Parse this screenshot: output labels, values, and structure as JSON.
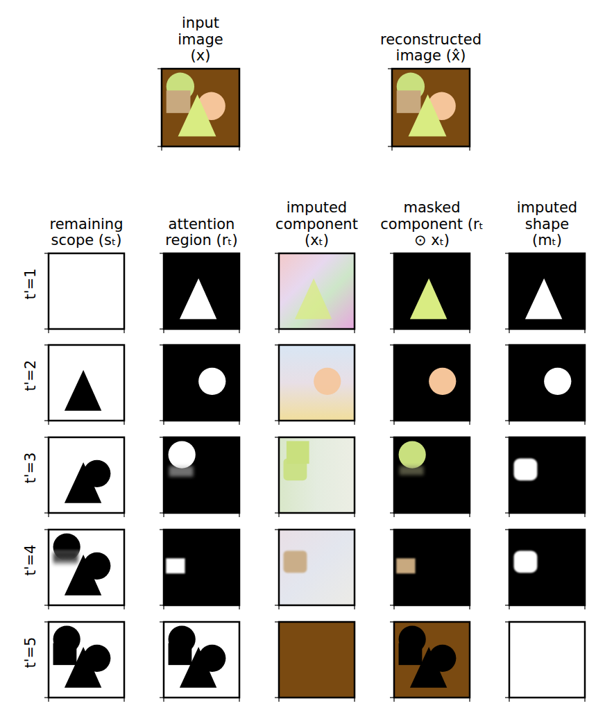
{
  "diagram": {
    "nodes": [
      {
        "text": [
          "input image (x)"
        ]
      },
      {
        "text": [
          "reconstructed image (x̂)"
        ]
      },
      {
        "text": [
          "remaining scope (sₜ)"
        ]
      },
      {
        "text": [
          "attention region (rₜ)"
        ]
      },
      {
        "text": [
          "imputed component (xₜ)"
        ]
      },
      {
        "text": [
          "masked component (rₜ ⊙ xₜ)"
        ]
      },
      {
        "text": [
          "imputed shape (mₜ)"
        ]
      }
    ],
    "labels": [
      "t'=1",
      "t'=2",
      "t'=3",
      "t'=4",
      "t'=5"
    ]
  }
}
